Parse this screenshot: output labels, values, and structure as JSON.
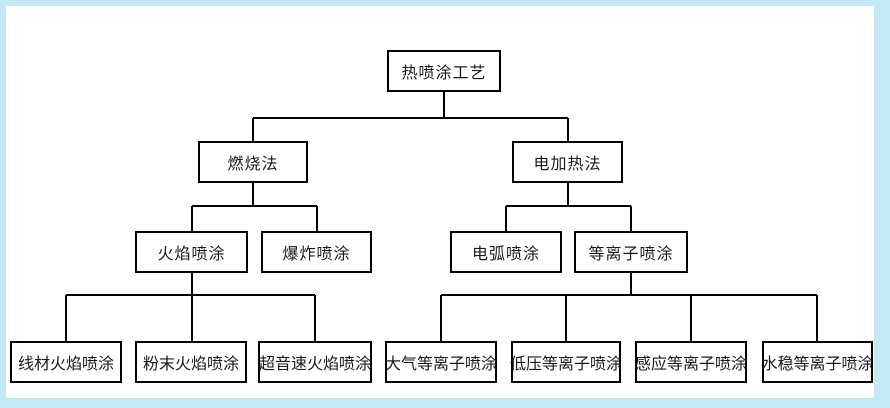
{
  "colors": {
    "page_background": "#c5e8f7",
    "canvas_background": "#ffffff",
    "box_border": "#000000",
    "connector_line": "#000000",
    "text": "#1a1a1a"
  },
  "nodes": {
    "root": {
      "label": "热喷涂工艺"
    },
    "combustion": {
      "label": "燃烧法"
    },
    "electric": {
      "label": "电加热法"
    },
    "flame": {
      "label": "火焰喷涂"
    },
    "detonation": {
      "label": "爆炸喷涂"
    },
    "arc": {
      "label": "电弧喷涂"
    },
    "plasma": {
      "label": "等离子喷涂"
    },
    "wire": {
      "label": "线材火焰喷涂"
    },
    "powder": {
      "label": "粉末火焰喷涂"
    },
    "hvof": {
      "label": "超音速火焰喷涂"
    },
    "aps": {
      "label": "大气等离子喷涂"
    },
    "lpps": {
      "label": "低压等离子喷涂"
    },
    "induction": {
      "label": "感应等离子喷涂"
    },
    "water": {
      "label": "水稳等离子喷涂"
    }
  },
  "hierarchy": {
    "root": "root",
    "edges": [
      [
        "root",
        "combustion"
      ],
      [
        "root",
        "electric"
      ],
      [
        "combustion",
        "flame"
      ],
      [
        "combustion",
        "detonation"
      ],
      [
        "electric",
        "arc"
      ],
      [
        "electric",
        "plasma"
      ],
      [
        "flame",
        "wire"
      ],
      [
        "flame",
        "powder"
      ],
      [
        "flame",
        "hvof"
      ],
      [
        "plasma",
        "aps"
      ],
      [
        "plasma",
        "lpps"
      ],
      [
        "plasma",
        "induction"
      ],
      [
        "plasma",
        "water"
      ]
    ]
  }
}
